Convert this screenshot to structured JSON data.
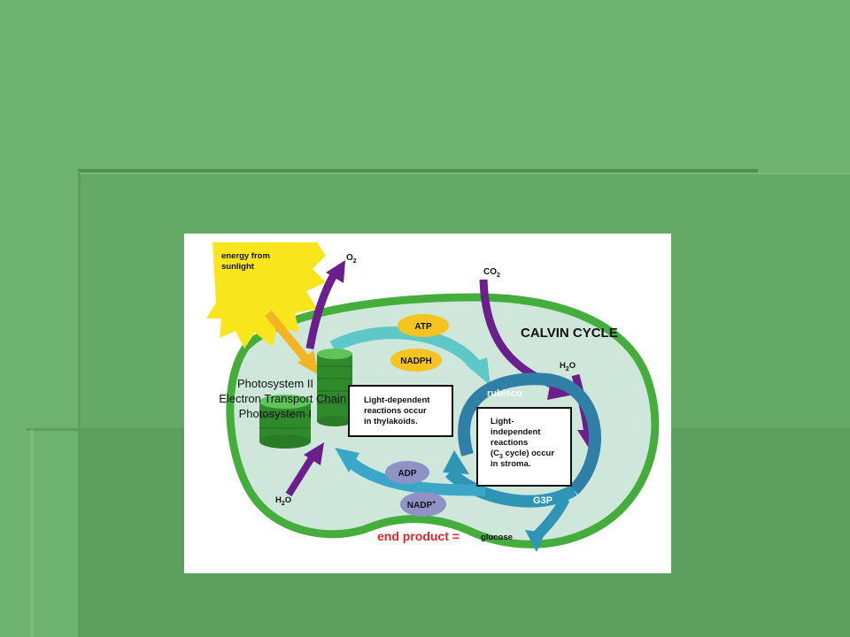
{
  "slide": {
    "background": "#6db36f",
    "accent_dark": "#4f8f51",
    "accent_light": "#7cc07e"
  },
  "diagram": {
    "sun_label_line1": "energy from",
    "sun_label_line2": "sunlight",
    "o2_label": "O",
    "o2_sub": "2",
    "co2_label": "CO",
    "co2_sub": "2",
    "calvin_title": "CALVIN CYCLE",
    "h2o_right_label": "H",
    "h2o_right_sub": "2",
    "h2o_right_tail": "O",
    "h2o_left_label": "H",
    "h2o_left_sub": "2",
    "h2o_left_tail": "O",
    "atp_label": "ATP",
    "nadph_label": "NADPH",
    "adp_label": "ADP",
    "nadp_label": "NADP",
    "nadp_sup": "+",
    "photosystem2": "Photosystem II",
    "etc": "Electron Transport Chain",
    "photosystem1": "Photosystem I",
    "light_dep_line1": "Light-dependent",
    "light_dep_line2": "reactions occur",
    "light_dep_line3": "in thylakoids.",
    "light_indep_line1": "Light-",
    "light_indep_line2": "independent",
    "light_indep_line3": "reactions",
    "light_indep_line4a": "(C",
    "light_indep_line4sub": "3",
    "light_indep_line4b": " cycle) occur",
    "light_indep_line5": "in stroma.",
    "rubisco_label": "rubisco",
    "g3p_label": "G3P",
    "end_product_label": "end product =",
    "glucose_label": "glucose",
    "colors": {
      "membrane": "#44ad3c",
      "stroma": "#cfe7da",
      "sun": "#f9e51c",
      "arrow_purple": "#6b1f8c",
      "arrow_teal": "#2f95b7",
      "atp_oval": "#f6c41e",
      "adp_oval": "#8f92c4",
      "end_product_red": "#e02727"
    }
  }
}
